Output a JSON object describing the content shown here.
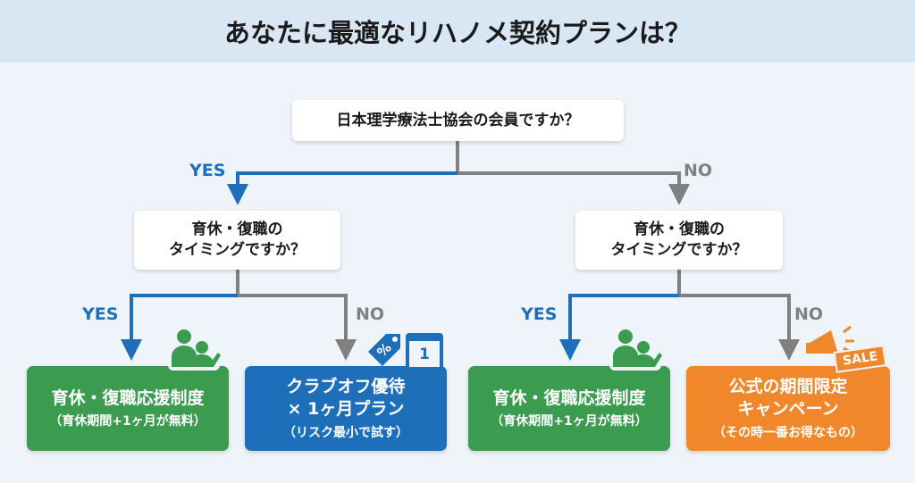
{
  "title": "あなたに最適なリハノメ契約プランは？",
  "colors": {
    "yes": "#1e6fba",
    "no": "#808080",
    "green": "#3b9b4f",
    "blue": "#1e6fba",
    "orange": "#f0882b"
  },
  "question1": "日本理学療法士協会の会員ですか？",
  "branch_labels": {
    "yes": "YES",
    "no": "NO"
  },
  "question2_left": {
    "line1": "育休・復職の",
    "line2": "タイミングですか？"
  },
  "question2_right": {
    "line1": "育休・復職の",
    "line2": "タイミングですか？"
  },
  "leaves": [
    {
      "main": "育休・復職応援制度",
      "sub": "（育休期間+1ヶ月が無料）",
      "icon": "parent-child-icon"
    },
    {
      "main1": "クラブオフ優待",
      "main2": "× 1ヶ月プラン",
      "sub": "（リスク最小で試す）",
      "icon": "discount-tag-calendar-icon",
      "calendar_number": "1"
    },
    {
      "main": "育休・復職応援制度",
      "sub": "（育休期間+1ヶ月が無料）",
      "icon": "parent-child-icon"
    },
    {
      "main1": "公式の期間限定",
      "main2": "キャンペーン",
      "sub": "（その時一番お得なもの）",
      "icon": "megaphone-icon",
      "badge": "SALE"
    }
  ]
}
